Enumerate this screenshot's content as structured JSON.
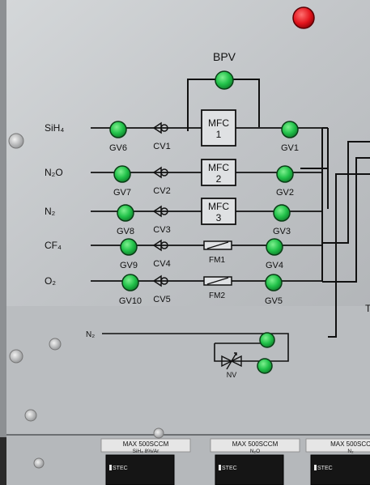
{
  "bpv": {
    "label": "BPV"
  },
  "lines": [
    {
      "gas": "SiH₄",
      "gv_in": "GV6",
      "cv": "CV1",
      "device": "MFC",
      "device_no": "1",
      "gv_out": "GV1"
    },
    {
      "gas": "N₂O",
      "gv_in": "GV7",
      "cv": "CV2",
      "device": "MFC",
      "device_no": "2",
      "gv_out": "GV2"
    },
    {
      "gas": "N₂",
      "gv_in": "GV8",
      "cv": "CV3",
      "device": "MFC",
      "device_no": "3",
      "gv_out": "GV3"
    },
    {
      "gas": "CF₄",
      "gv_in": "GV9",
      "cv": "CV4",
      "device": "FM1",
      "device_no": "",
      "gv_out": "GV4"
    },
    {
      "gas": "O₂",
      "gv_in": "GV10",
      "cv": "CV5",
      "device": "FM2",
      "device_no": "",
      "gv_out": "GV5"
    }
  ],
  "n2_line": {
    "gas": "N₂",
    "valve": "NV"
  },
  "edge_label": "T",
  "meters": [
    {
      "max": "MAX 500SCCM",
      "gas": "SiH₄ 8%/Ar",
      "brand": "STEC"
    },
    {
      "max": "MAX 500SCCM",
      "gas": "N₂O",
      "brand": "STEC"
    },
    {
      "max": "MAX 500SCC",
      "gas": "N₂",
      "brand": "STEC"
    }
  ],
  "colors": {
    "panel": "#c3c6c8",
    "button": "#22c24a",
    "indicator": "#e3141c",
    "line": "#111111"
  }
}
